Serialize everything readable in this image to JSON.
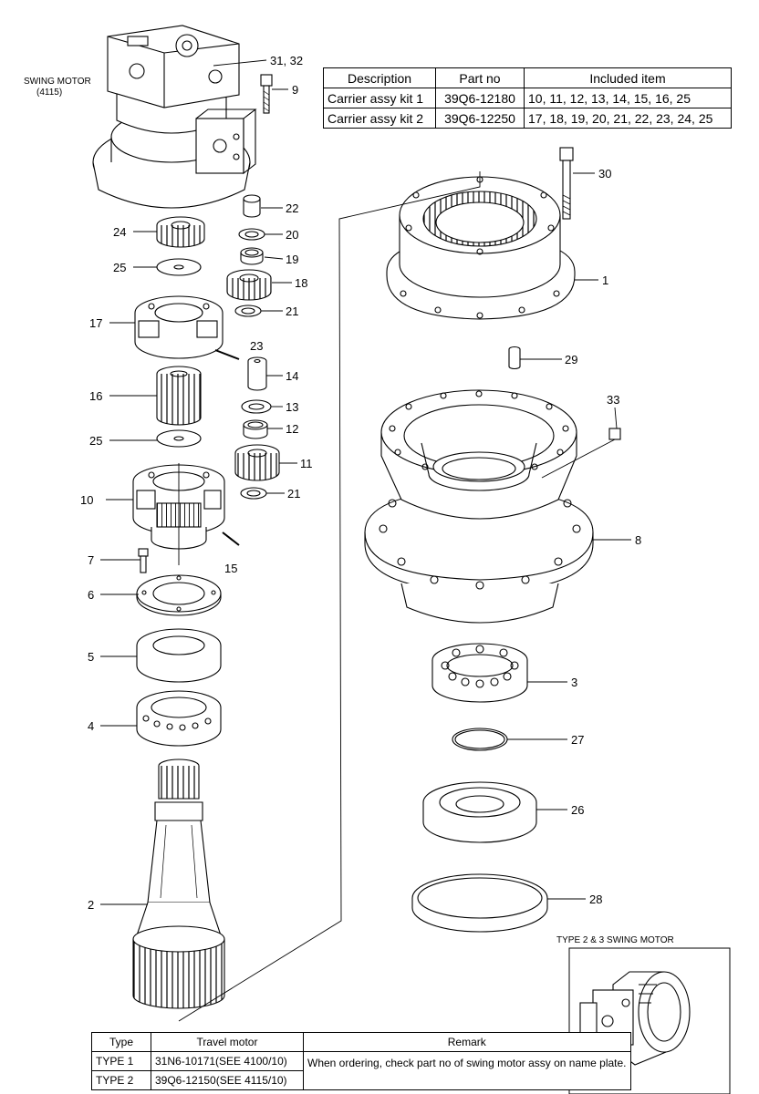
{
  "motor": {
    "title": "SWING MOTOR",
    "code": "(4115)"
  },
  "inset": {
    "title": "TYPE 2 & 3 SWING MOTOR"
  },
  "kit_table": {
    "headers": [
      "Description",
      "Part no",
      "Included item"
    ],
    "rows": [
      [
        "Carrier assy kit 1",
        "39Q6-12180",
        "10, 11, 12, 13, 14, 15, 16, 25"
      ],
      [
        "Carrier assy kit 2",
        "39Q6-12250",
        "17, 18, 19, 20, 21, 22, 23, 24, 25"
      ]
    ]
  },
  "type_table": {
    "headers": [
      "Type",
      "Travel motor",
      "Remark"
    ],
    "rows": [
      [
        "TYPE 1",
        "31N6-10171(SEE 4100/10)"
      ],
      [
        "TYPE 2",
        "39Q6-12150(SEE 4115/10)"
      ]
    ],
    "remark": "When ordering, check part no of swing motor assy on name plate."
  },
  "callouts": {
    "c31_32": "31, 32",
    "c9": "9",
    "c22": "22",
    "c20": "20",
    "c24": "24",
    "c19": "19",
    "c25a": "25",
    "c18": "18",
    "c17": "17",
    "c21a": "21",
    "c23": "23",
    "c14": "14",
    "c16": "16",
    "c13": "13",
    "c12": "12",
    "c25b": "25",
    "c11": "11",
    "c10": "10",
    "c21b": "21",
    "c7": "7",
    "c15": "15",
    "c6": "6",
    "c5": "5",
    "c4": "4",
    "c2": "2",
    "c30": "30",
    "c1": "1",
    "c29": "29",
    "c33": "33",
    "c8": "8",
    "c3": "3",
    "c27": "27",
    "c26": "26",
    "c28": "28"
  }
}
